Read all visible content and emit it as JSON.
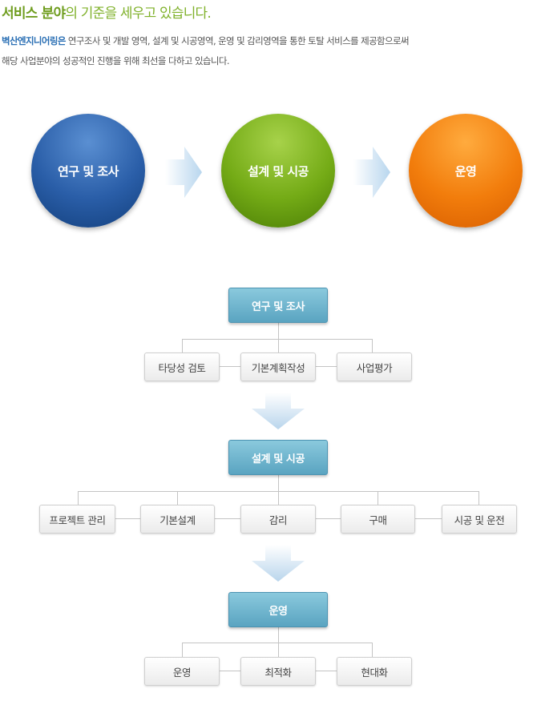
{
  "heading": {
    "highlight": "서비스 분야",
    "rest": "의 기준을 세우고 있습니다."
  },
  "intro": {
    "company": "벽산엔지니어링은",
    "line1_rest": " 연구조사 및 개발 영역, 설계 및 시공영역, 운영 및 감리영역을 통한 토탈 서비스를 제공함으로써",
    "line2": "해당 사업분야의 성공적인 진행을 위해 최선을 다하고 있습니다."
  },
  "stages": [
    {
      "label": "연구 및 조사",
      "color": "#2a5ea8"
    },
    {
      "label": "설계 및 시공",
      "color": "#74ab16"
    },
    {
      "label": "운영",
      "color": "#f27d0c"
    }
  ],
  "tree": [
    {
      "header": "연구 및 조사",
      "children": [
        "타당성 검토",
        "기본계획작성",
        "사업평가"
      ]
    },
    {
      "header": "설계 및 시공",
      "children": [
        "프로젝트 관리",
        "기본설계",
        "감리",
        "구매",
        "시공 및 운전"
      ]
    },
    {
      "header": "운영",
      "children": [
        "운영",
        "최적화",
        "현대화"
      ]
    }
  ],
  "colors": {
    "header_box": "#6fb3cf",
    "arrow": "#c6dff1"
  }
}
